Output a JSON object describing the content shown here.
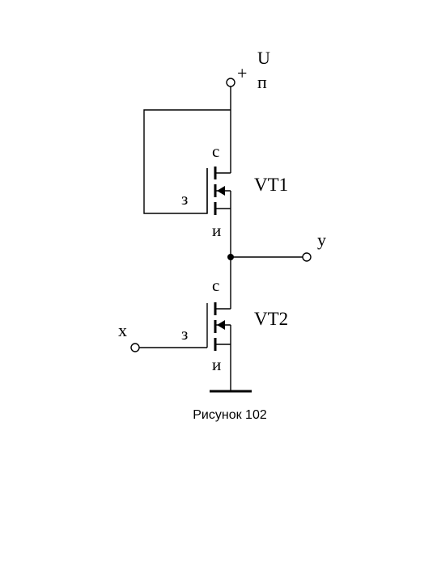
{
  "supply": {
    "plus": "+",
    "u": "U",
    "sub": "п"
  },
  "vt1": {
    "name": "VT1",
    "drain": "с",
    "gate": "з",
    "source": "и"
  },
  "vt2": {
    "name": "VT2",
    "drain": "с",
    "gate": "з",
    "source": "и"
  },
  "output_label": "y",
  "input_label": "x",
  "caption": "Рисунок 102"
}
